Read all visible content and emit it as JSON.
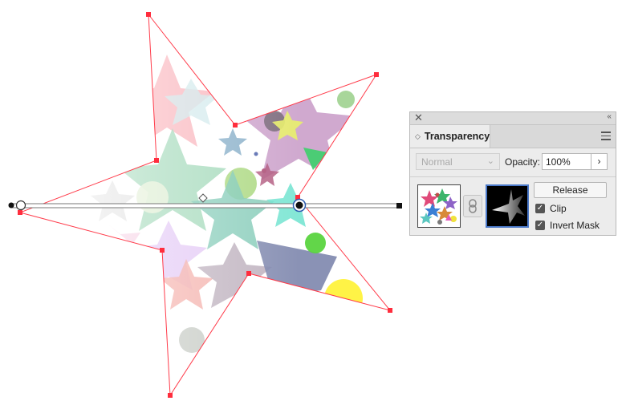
{
  "panel": {
    "close_icon": "close-icon",
    "collapse_glyph": "‹‹",
    "tab_toggle_glyph": "◇",
    "tab_title": "Transparency",
    "blend_mode": "Normal",
    "opacity_label": "Opacity:",
    "opacity_value": "100%",
    "opacity_arrow": "›",
    "release_label": "Release",
    "clip": {
      "label": "Clip",
      "checked": true
    },
    "invert_mask": {
      "label": "Invert Mask",
      "checked": true
    },
    "mask_link_icon": "chain-link-icon"
  },
  "colors": {
    "selection": "#ff3b4a",
    "accent_blue": "#4a78c8"
  }
}
